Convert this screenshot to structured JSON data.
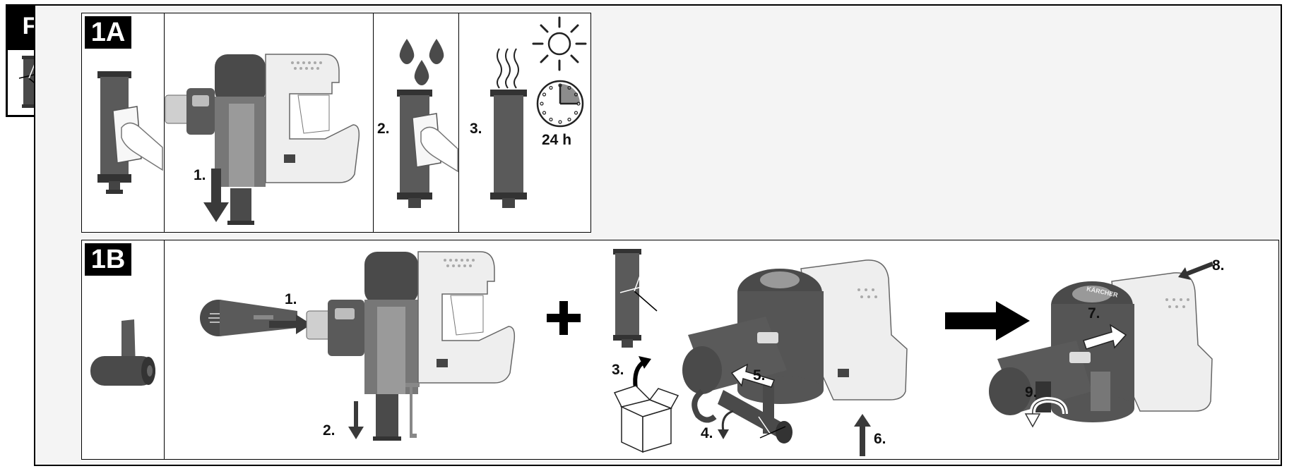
{
  "section": {
    "letter": "F"
  },
  "panel_1a": {
    "label": "1A",
    "steps": {
      "s1": "1.",
      "s2": "2.",
      "s3": "3."
    },
    "dry_time": "24 h"
  },
  "panel_1b": {
    "label": "1B",
    "steps": {
      "s1": "1.",
      "s2": "2.",
      "s3": "3.",
      "s4": "4.",
      "s5": "5.",
      "s6": "6.",
      "s7": "7.",
      "s8": "8.",
      "s9": "9."
    },
    "brand_mark": "KÄRCHER"
  },
  "colors": {
    "dark_gray": "#4a4a4a",
    "mid_gray": "#8c8c8c",
    "light_gray": "#d9d9d9",
    "black": "#000000"
  }
}
